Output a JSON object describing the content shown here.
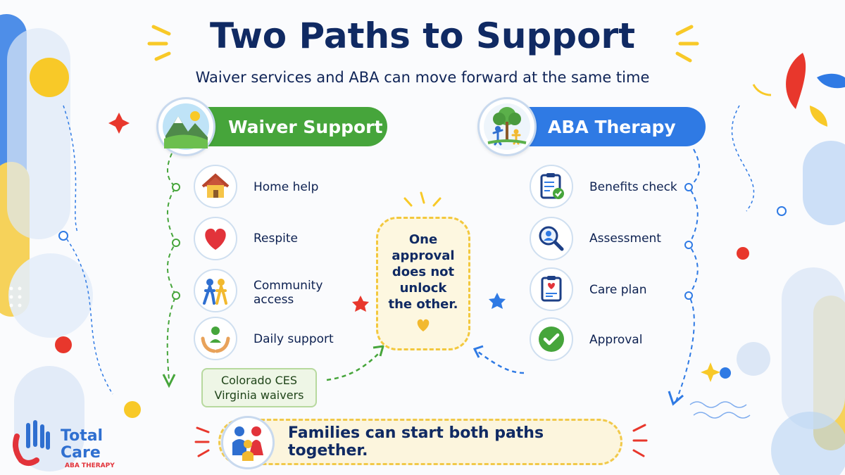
{
  "title": "Two Paths to Support",
  "subtitle": "Waiver services and ABA can move forward at the same time",
  "waiver": {
    "header": "Waiver Support",
    "header_icon": "mountain-landscape-icon",
    "items": [
      {
        "label": "Home help",
        "icon": "house-icon"
      },
      {
        "label": "Respite",
        "icon": "heart-icon"
      },
      {
        "label": "Community access",
        "icon": "people-walking-icon"
      },
      {
        "label": "Daily support",
        "icon": "caring-hands-icon"
      }
    ],
    "programs_line1": "Colorado CES",
    "programs_line2": "Virginia waivers"
  },
  "aba": {
    "header": "ABA Therapy",
    "header_icon": "tree-people-icon",
    "items": [
      {
        "label": "Benefits check",
        "icon": "clipboard-check-icon"
      },
      {
        "label": "Assessment",
        "icon": "magnifier-person-icon"
      },
      {
        "label": "Care plan",
        "icon": "clipboard-heart-icon"
      },
      {
        "label": "Approval",
        "icon": "checkmark-circle-icon"
      }
    ]
  },
  "center_note": "One approval does not unlock the other.",
  "banner": "Families can start both paths together.",
  "logo": {
    "line1": "Total",
    "line2": "Care",
    "tagline": "ABA THERAPY"
  },
  "colors": {
    "green": "#46a53b",
    "blue": "#2f7ae4",
    "navy": "#102a63",
    "yellow": "#f3c83d"
  }
}
